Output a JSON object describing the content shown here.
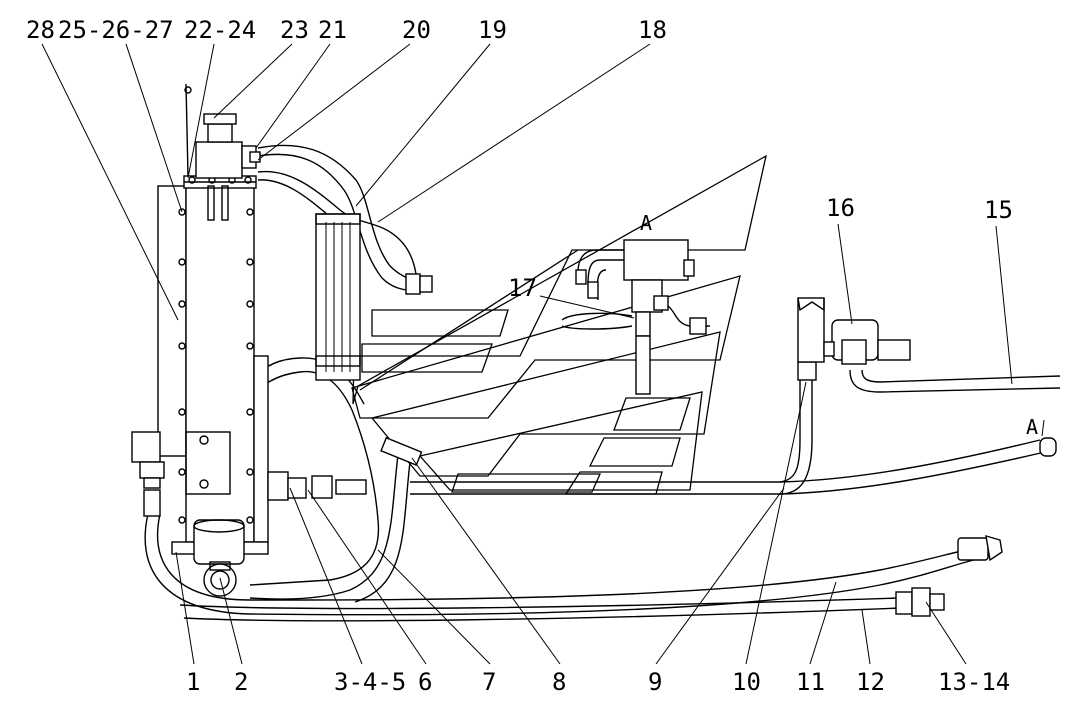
{
  "labels": {
    "top": [
      "28",
      "25-26-27",
      "22-24",
      "23",
      "21",
      "20",
      "19",
      "18"
    ],
    "bottom": [
      "1",
      "2",
      "3-4-5",
      "6",
      "7",
      "8",
      "9",
      "10",
      "11",
      "12",
      "13-14"
    ],
    "right": [
      "16",
      "15"
    ],
    "mid": [
      "17"
    ],
    "view_a": "A",
    "section_a": "A"
  }
}
